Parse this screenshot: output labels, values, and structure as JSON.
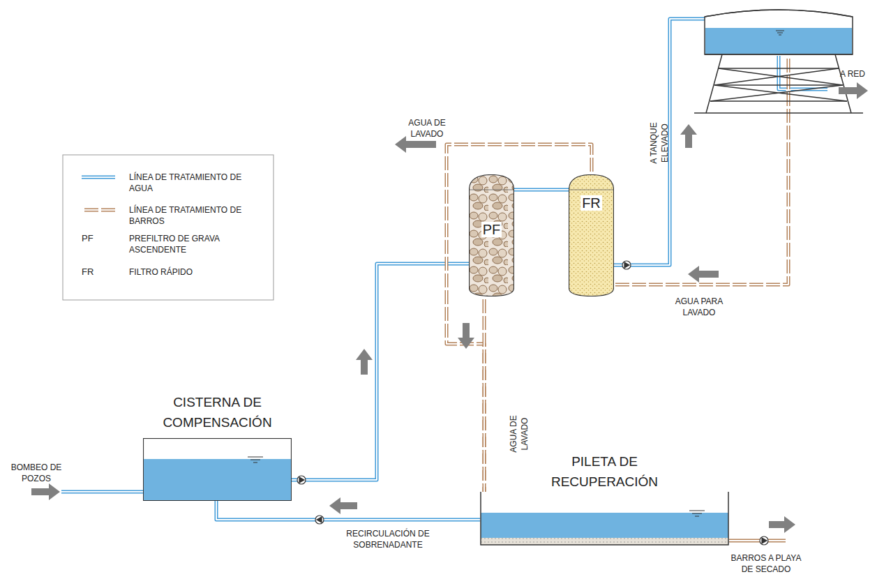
{
  "diagram": {
    "nodes": [
      {
        "text": [
          "PF"
        ]
      },
      {
        "text": [
          "FR"
        ]
      },
      {
        "text": [
          "CISTERNA DE COMPENSACIÓN"
        ]
      },
      {
        "text": [
          "PILETA DE RECUPERACIÓN"
        ]
      }
    ],
    "edges": [
      {
        "from": 2,
        "to": 0,
        "arrow": "none"
      },
      {
        "from": 0,
        "to": 1,
        "arrow": "none"
      },
      {
        "from": 1,
        "to": 3,
        "label": "AGUA DE LAVADO",
        "arrow": "none"
      },
      {
        "from": 0,
        "to": 3,
        "label": "AGUA DE LAVADO",
        "arrow": "none"
      },
      {
        "from": 3,
        "to": 2,
        "label": "RECIRCULACIÓN DE SOBRENADANTE",
        "arrow": "none"
      }
    ],
    "labels": [
      "BOMBEO DE POZOS",
      "A TANQUE ELEVADO",
      "A RED",
      "AGUA PARA LAVADO",
      "BARROS A PLAYA DE SECADO",
      "PF",
      "FR"
    ],
    "legend": [
      {
        "text": "LÍNEA DE TRATAMIENTO DE AGUA"
      },
      {
        "text": "LÍNEA DE TRATAMIENTO DE BARROS"
      },
      {
        "text": "PREFILTRO DE GRAVA ASCENDENTE"
      },
      {
        "text": "FILTRO RÁPIDO"
      }
    ]
  }
}
